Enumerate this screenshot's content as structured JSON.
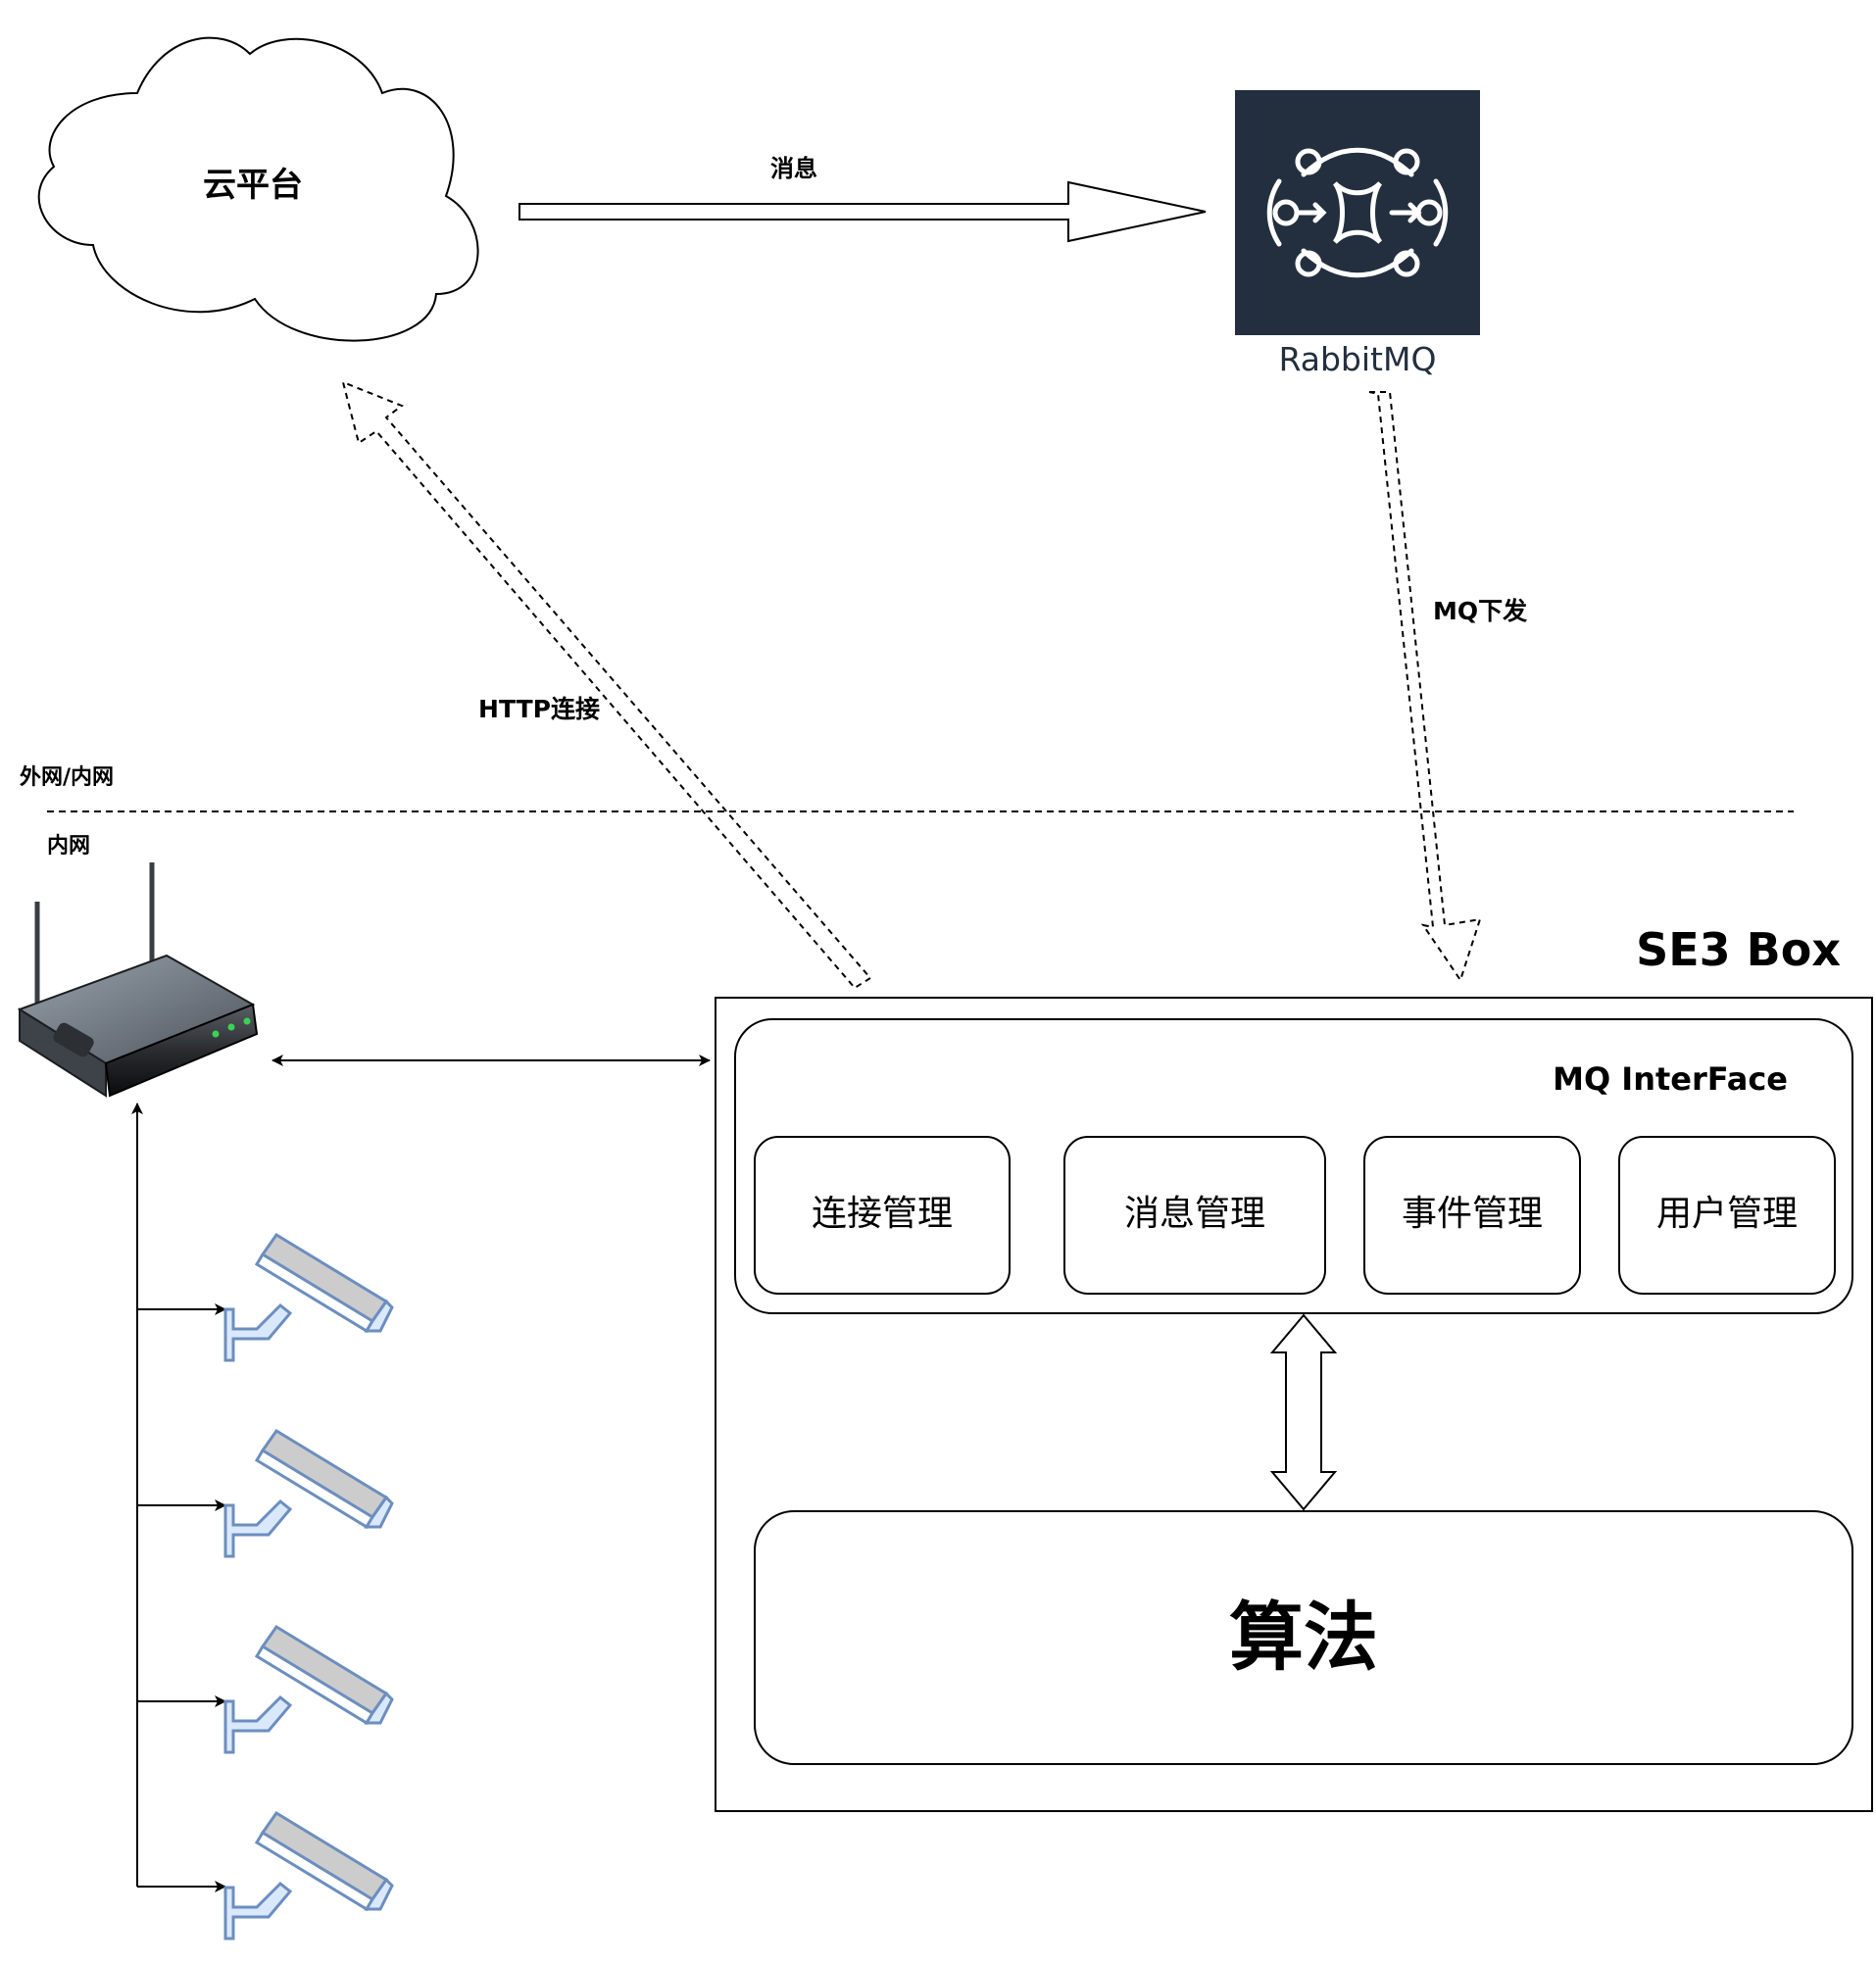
{
  "cloud": {
    "label": "云平台"
  },
  "rabbitmq": {
    "label": "RabbitMQ",
    "bg_color": "#232f3e",
    "text_color": "#232f3e",
    "icon": "rabbitmq-icon"
  },
  "edges": {
    "message": "消息",
    "mq_push": "MQ下发",
    "http": "HTTP连接"
  },
  "zones": {
    "outer": "外网/内网",
    "inner": "内网"
  },
  "se3": {
    "title": "SE3 Box",
    "interface_title": "MQ InterFace",
    "modules": [
      "连接管理",
      "消息管理",
      "事件管理",
      "用户管理"
    ],
    "algorithm": "算法"
  },
  "devices": {
    "router": "router-icon",
    "cameras": [
      "camera-icon",
      "camera-icon",
      "camera-icon",
      "camera-icon"
    ],
    "camera_color": "#6c8ebf"
  }
}
